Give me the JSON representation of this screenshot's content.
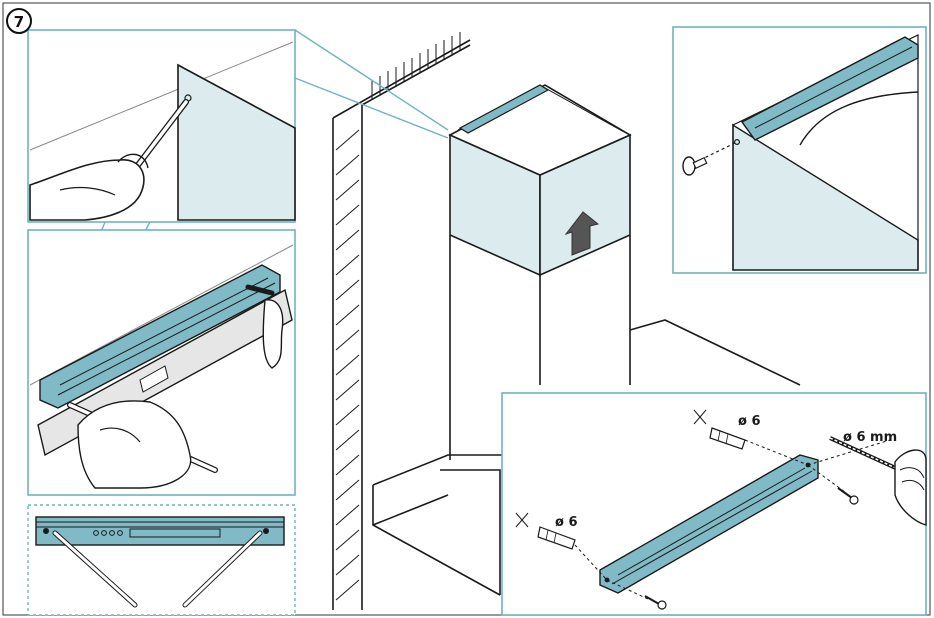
{
  "step": {
    "number": "7"
  },
  "labels": {
    "hole_top": "ø 6",
    "hole_left": "ø 6",
    "drill_bit": "ø 6 mm"
  },
  "colors": {
    "accent": "#6fb3bf",
    "panel_fill": "#dcecee",
    "bracket_fill": "#7fbac6",
    "line": "#1a1a1a",
    "background": "#ffffff"
  }
}
